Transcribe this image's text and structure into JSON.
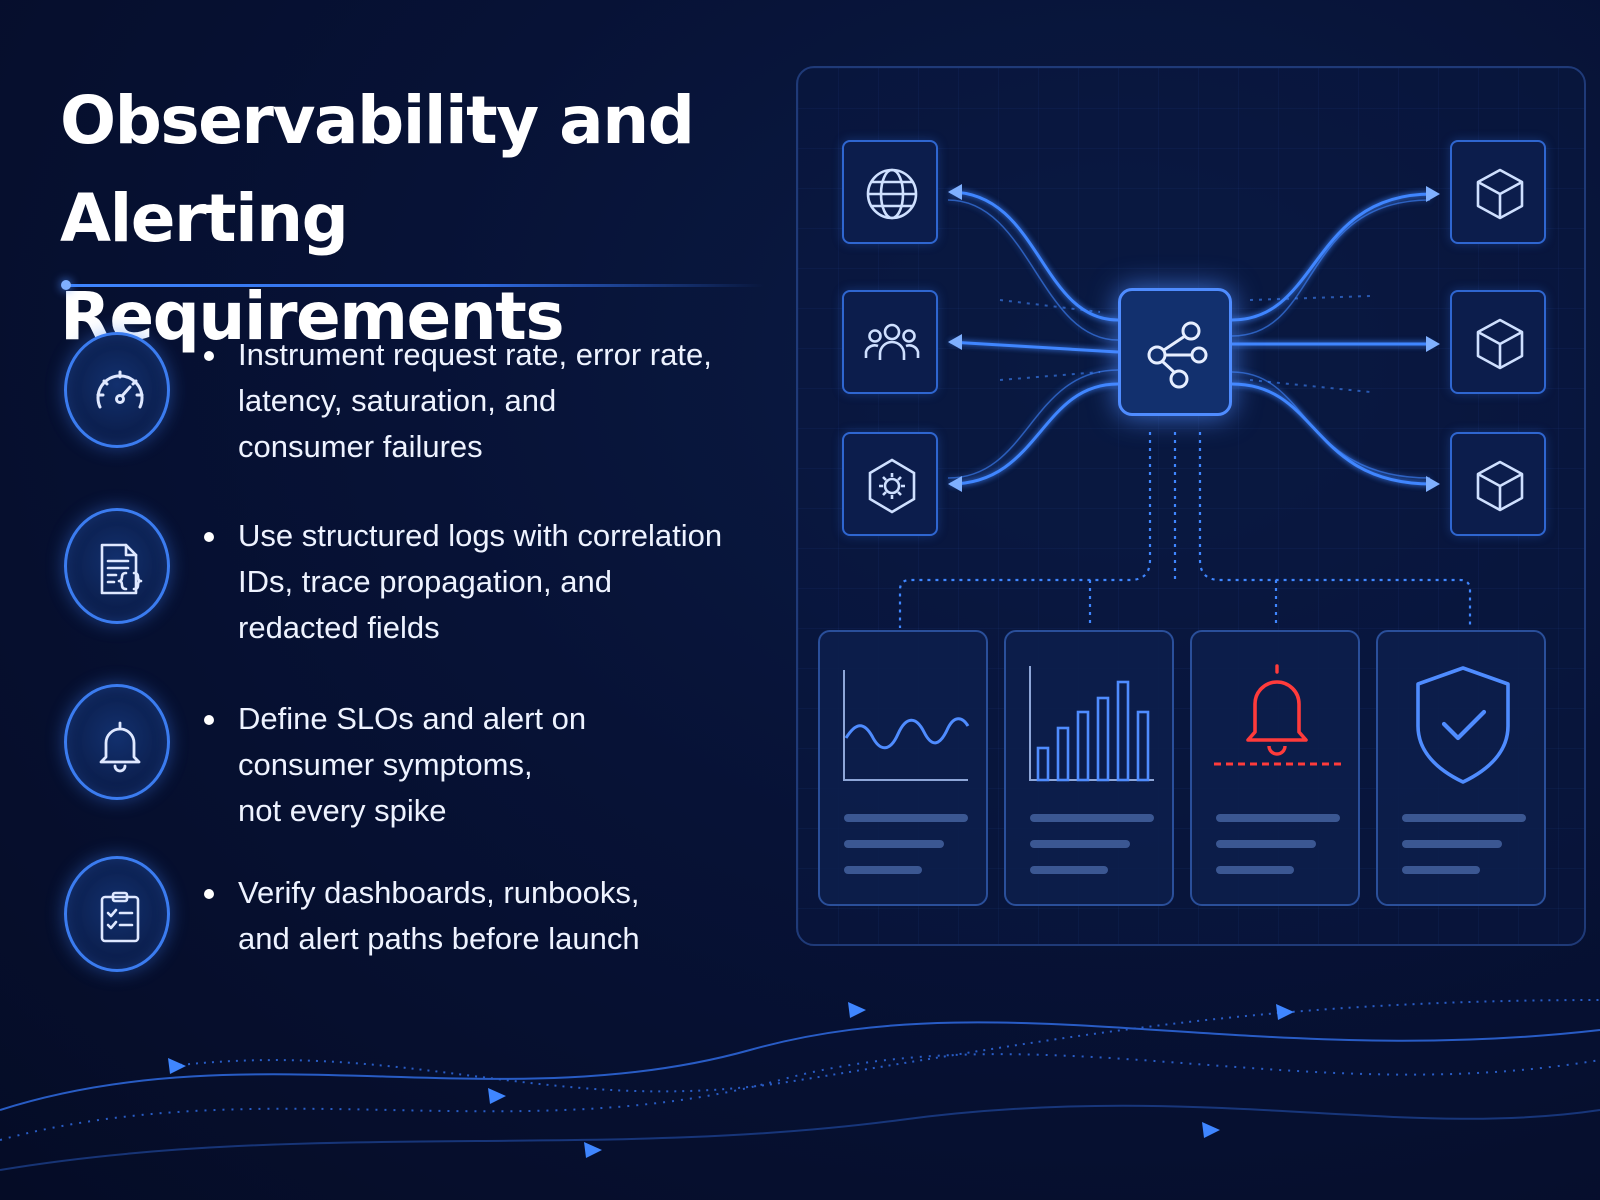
{
  "header": {
    "title_line1": "Observability and",
    "title_line2": "Alerting Requirements"
  },
  "requirements": [
    {
      "icon": "speedometer-icon",
      "lines": [
        "Instrument request rate, error rate,",
        "latency, saturation, and",
        "consumer failures"
      ]
    },
    {
      "icon": "structured-log-document-icon",
      "lines": [
        "Use structured logs with correlation",
        "IDs, trace propagation, and",
        "redacted fields"
      ]
    },
    {
      "icon": "bell-icon",
      "lines": [
        "Define SLOs and alert on",
        "consumer symptoms,",
        "not every spike"
      ]
    },
    {
      "icon": "checklist-clipboard-icon",
      "lines": [
        "Verify dashboards, runbooks,",
        "and alert paths before launch"
      ]
    }
  ],
  "diagram": {
    "hub_icon": "share-network-icon",
    "left_nodes": [
      "globe-icon",
      "users-group-icon",
      "gear-hexagon-icon"
    ],
    "right_nodes": [
      "cube-icon",
      "cube-icon",
      "cube-icon"
    ],
    "cards": [
      {
        "icon": "line-chart-icon"
      },
      {
        "icon": "bar-chart-icon"
      },
      {
        "icon": "alert-bell-icon"
      },
      {
        "icon": "shield-check-icon"
      }
    ]
  },
  "colors": {
    "background": "#050c26",
    "accent_blue": "#3b7cf0",
    "glow_blue": "#4f8cff",
    "alert_red": "#ff3b3b",
    "text_white": "#ffffff"
  }
}
